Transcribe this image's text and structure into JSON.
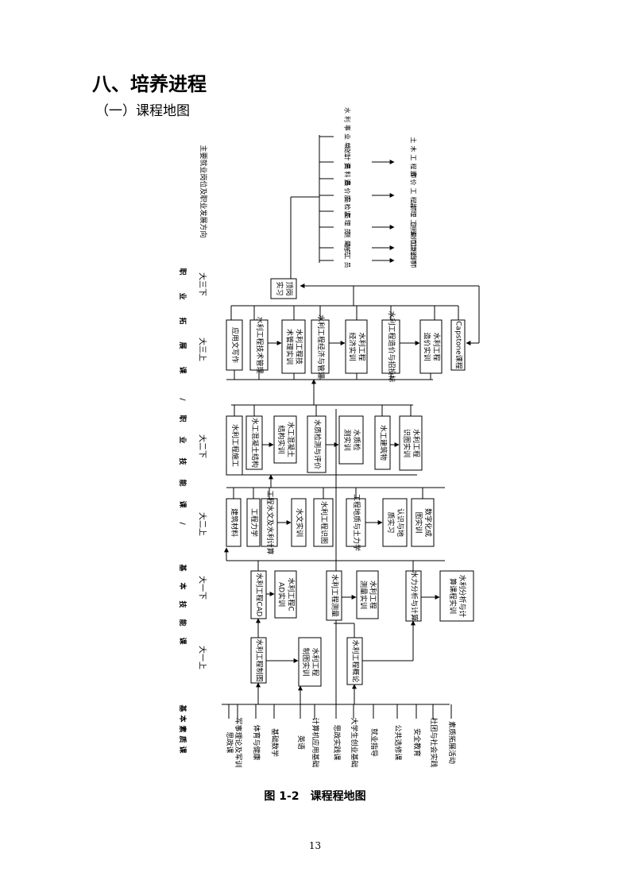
{
  "heading": "八、培养进程",
  "subheading": "（一）课程地图",
  "figure_caption": "图 1-2　课程程地图",
  "page_number": "13",
  "diagram": {
    "category_labels": {
      "basic": "基本素质课",
      "basic_skill": "基本技能课",
      "prof_skill": "/职业技能课/",
      "prof_ext": "职业拓展课"
    },
    "terms": [
      "大一上",
      "大一下",
      "大二上",
      "大二下",
      "大三上",
      "大三下"
    ],
    "basic_courses": [
      "思政课",
      "军事理论及军训",
      "体育与健康",
      "基础数学",
      "英语",
      "计算机应用基础",
      "思政实践课",
      "大学生创业基础",
      "就业指导",
      "公共选修课",
      "安全教育",
      "社团与社会实践",
      "素质拓展活动"
    ],
    "term1_boxes": [
      "水利工程制图",
      "水利工程制图实训",
      "水利工程概论"
    ],
    "term2_boxes": [
      "水利工程CAD",
      "水利工程CAD实训",
      "水利工程测量",
      "水利工程测量实训",
      "水力分析与计算",
      "水利分析与计算课程实训"
    ],
    "term3_boxes": [
      "建筑材料",
      "工程力学",
      "工程水文及水利计算",
      "水文实训",
      "水利工程识图",
      "工程地质与土力学",
      "认识与地质实习",
      "数字化成图实训"
    ],
    "term4_boxes": [
      "水利工程施工",
      "水工混凝土结构",
      "水工混凝土结构实训",
      "水质检测与评价",
      "水质检测实训",
      "水工建筑物",
      "水利工程识图实训"
    ],
    "term5_boxes": [
      "应用文写作",
      "水利工程技术管理",
      "水利工程技术管理实训",
      "水利工程经济与管理",
      "水利工程经济实训",
      "水利工程造价与招投标",
      "水利工程造价实训",
      "Capstone课程"
    ],
    "term6_box": "顶岗实习",
    "career_title": "主要就业岗位及职业发展方向",
    "jobs": [
      "水利事业单位",
      "设计员",
      "资料员",
      "造价员",
      "质检员",
      "监理员",
      "测量员",
      "施工员"
    ],
    "job_targets": [
      "土木工程师",
      "造价工程师",
      "监理工程师",
      "测量工程师",
      "建造师"
    ]
  }
}
